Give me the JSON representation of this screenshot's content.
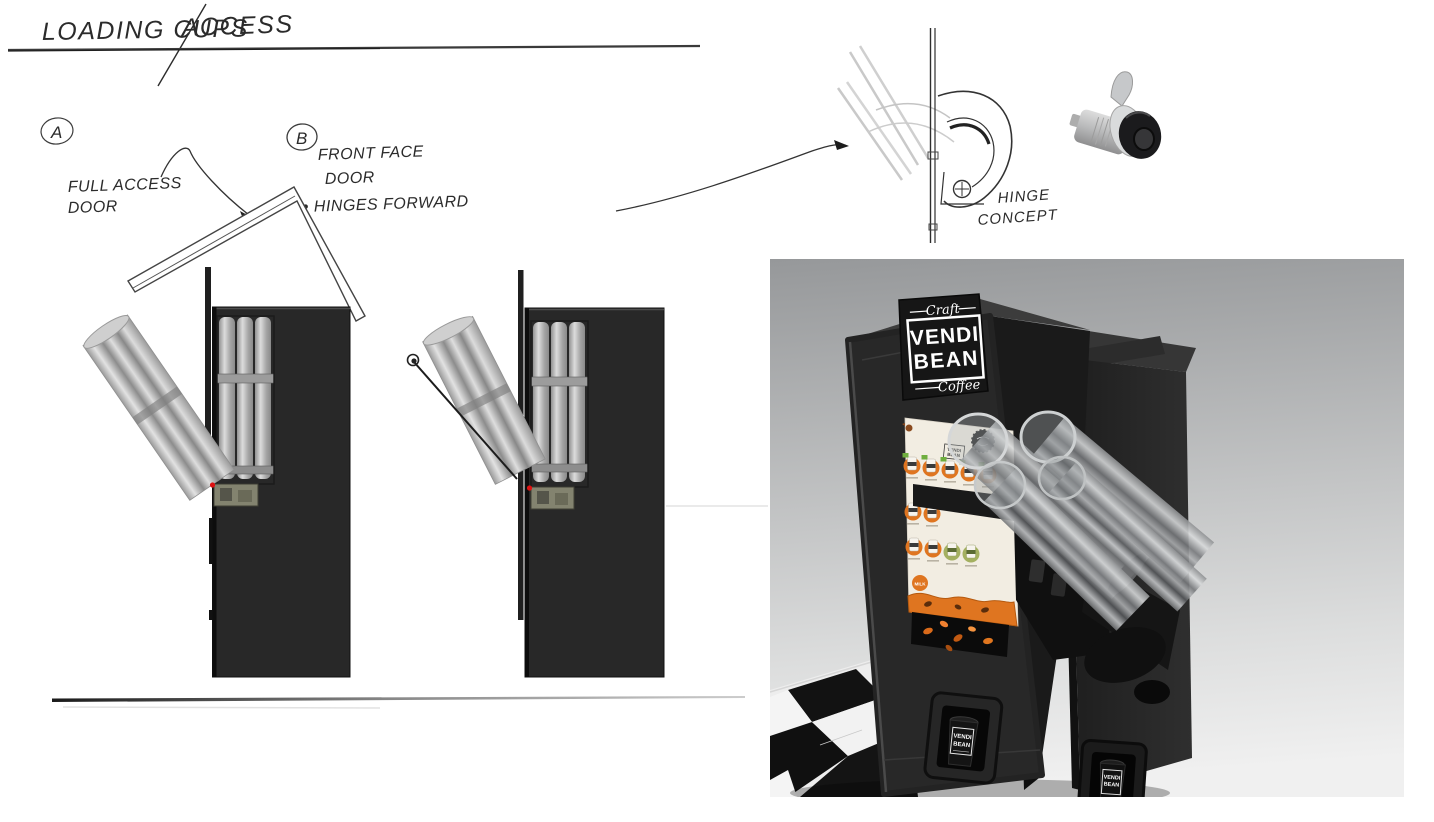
{
  "sketch": {
    "title_part1": "LOADING CUPS",
    "title_part2": "ACCESS",
    "option_a": {
      "badge": "A",
      "line1": "FULL ACCESS",
      "line2": "DOOR"
    },
    "option_b": {
      "badge": "B",
      "line1": "FRONT FACE",
      "line2": "DOOR",
      "line3": "• HINGES FORWARD"
    },
    "hinge_line1": "HINGE",
    "hinge_line2": "CONCEPT"
  },
  "render": {
    "sign": {
      "script_top": "Craft",
      "brand_line1": "VENDI",
      "brand_line2": "BEAN",
      "script_bottom": "Coffee"
    },
    "panel": {
      "milk_label": "MILK",
      "mini_logo_line1": "VENDI",
      "mini_logo_line2": "BEAN"
    },
    "cup": {
      "line1": "VENDI",
      "line2": "BEAN"
    },
    "colors": {
      "accent_orange": "#e0761f",
      "panel_cream": "#f2ede2",
      "cabinet_dark": "#272727",
      "bg_top": "#97999b",
      "bg_bottom": "#efefef",
      "floor_black": "#121212",
      "floor_white": "#f2f2f2",
      "red_marker": "#dd1111"
    }
  }
}
